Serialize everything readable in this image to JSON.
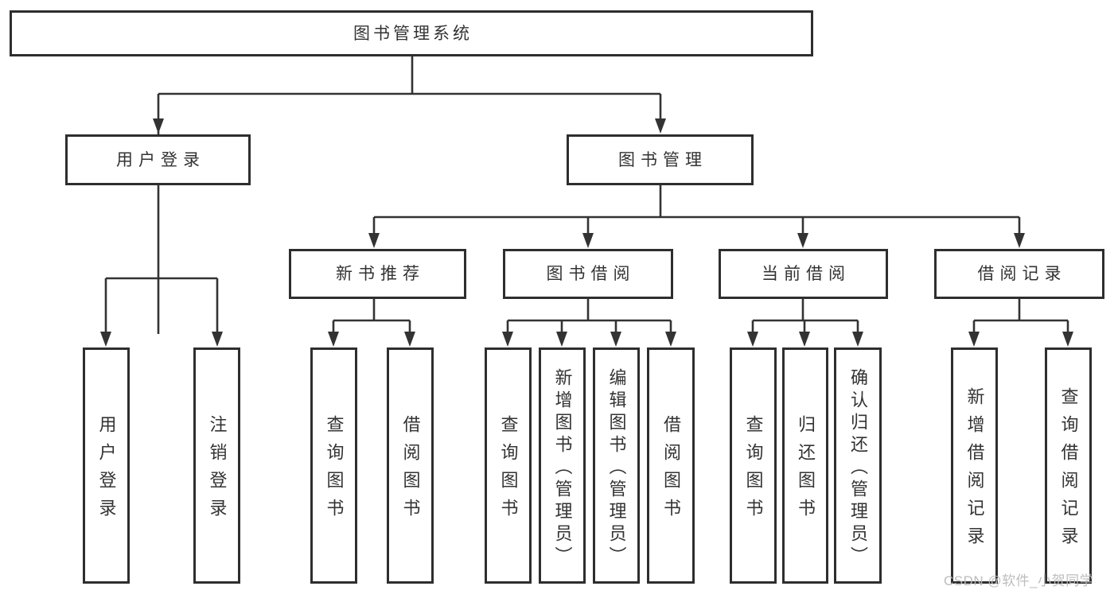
{
  "diagram": {
    "root": {
      "label": "图书管理系统"
    },
    "level1": [
      {
        "label": "用户登录"
      },
      {
        "label": "图书管理"
      }
    ],
    "level2": [
      {
        "label": "新书推荐"
      },
      {
        "label": "图书借阅"
      },
      {
        "label": "当前借阅"
      },
      {
        "label": "借阅记录"
      }
    ],
    "level3": {
      "user_login": [
        {
          "label": "用户登录"
        },
        {
          "label": "注销登录"
        }
      ],
      "new_book_recommend": [
        {
          "label": "查询图书"
        },
        {
          "label": "借阅图书"
        }
      ],
      "book_borrowing": [
        {
          "label": "查询图书"
        },
        {
          "label": "新增图书（管理员）"
        },
        {
          "label": "编辑图书（管理员）"
        },
        {
          "label": "借阅图书"
        }
      ],
      "current_borrowing": [
        {
          "label": "查询图书"
        },
        {
          "label": "归还图书"
        },
        {
          "label": "确认归还（管理员）"
        }
      ],
      "borrowing_records": [
        {
          "label": "新增借阅记录"
        },
        {
          "label": "查询借阅记录"
        }
      ]
    }
  },
  "colors": {
    "line": "#333333",
    "box_border": "#2e2e2e",
    "text": "#333333",
    "watermark": "#b9b9b9",
    "background": "#ffffff"
  },
  "watermark": {
    "text": "CSDN @软件_小贺同学"
  }
}
